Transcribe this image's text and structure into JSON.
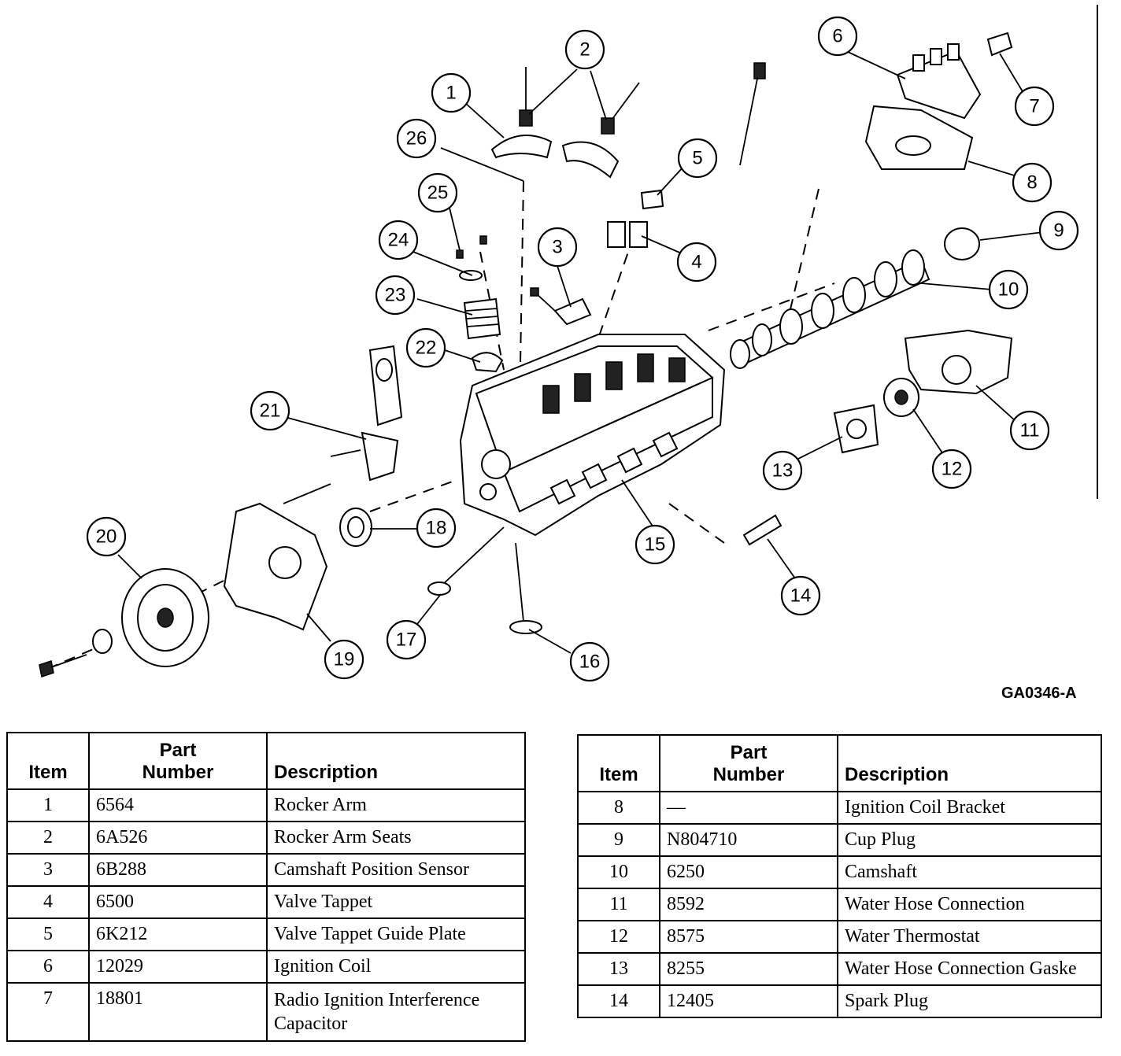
{
  "figure_code": "GA0346-A",
  "callouts": [
    "1",
    "2",
    "3",
    "4",
    "5",
    "6",
    "7",
    "8",
    "9",
    "10",
    "11",
    "12",
    "13",
    "14",
    "15",
    "16",
    "17",
    "18",
    "19",
    "20",
    "21",
    "22",
    "23",
    "24",
    "25",
    "26"
  ],
  "table_headers": {
    "item": "Item",
    "part_number": [
      "Part",
      "Number"
    ],
    "description": "Description"
  },
  "table_left": [
    {
      "item": "1",
      "part": "6564",
      "desc": "Rocker Arm"
    },
    {
      "item": "2",
      "part": "6A526",
      "desc": "Rocker Arm Seats"
    },
    {
      "item": "3",
      "part": "6B288",
      "desc": "Camshaft Position Sensor"
    },
    {
      "item": "4",
      "part": "6500",
      "desc": "Valve Tappet"
    },
    {
      "item": "5",
      "part": "6K212",
      "desc": "Valve Tappet Guide Plate"
    },
    {
      "item": "6",
      "part": "12029",
      "desc": "Ignition Coil"
    },
    {
      "item": "7",
      "part": "18801",
      "desc": "Radio Ignition Interference Capacitor"
    }
  ],
  "table_right": [
    {
      "item": "8",
      "part": "—",
      "desc": "Ignition Coil Bracket"
    },
    {
      "item": "9",
      "part": "N804710",
      "desc": "Cup Plug"
    },
    {
      "item": "10",
      "part": "6250",
      "desc": "Camshaft"
    },
    {
      "item": "11",
      "part": "8592",
      "desc": "Water Hose Connection"
    },
    {
      "item": "12",
      "part": "8575",
      "desc": "Water Thermostat"
    },
    {
      "item": "13",
      "part": "8255",
      "desc": "Water Hose Connection Gaske"
    },
    {
      "item": "14",
      "part": "12405",
      "desc": "Spark Plug"
    }
  ]
}
